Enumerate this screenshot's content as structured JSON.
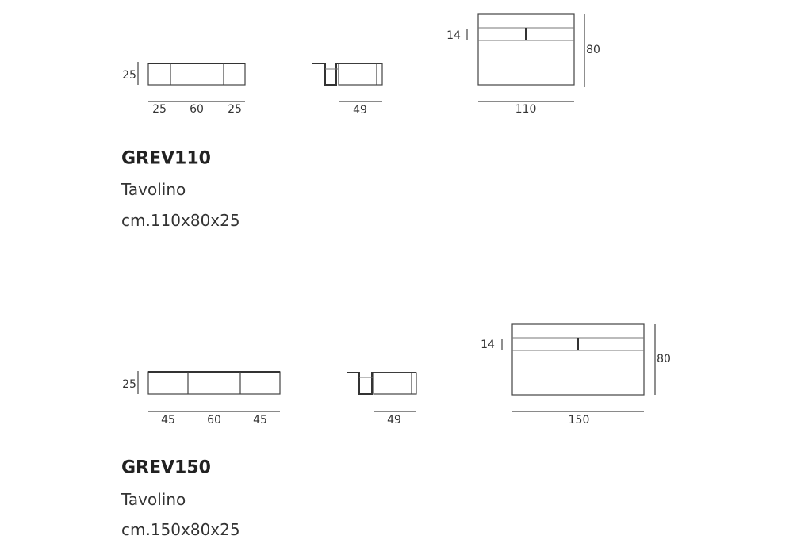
{
  "products": [
    {
      "code": "GREV110",
      "type": "Tavolino",
      "dimensions": "cm.110x80x25",
      "front_view": {
        "height": "25",
        "widths": [
          "25",
          "60",
          "25"
        ]
      },
      "side_view": {
        "depth": "49"
      },
      "top_view": {
        "strip": "14",
        "width": "110",
        "depth": "80"
      }
    },
    {
      "code": "GREV150",
      "type": "Tavolino",
      "dimensions": "cm.150x80x25",
      "front_view": {
        "height": "25",
        "widths": [
          "45",
          "60",
          "45"
        ]
      },
      "side_view": {
        "depth": "49"
      },
      "top_view": {
        "strip": "14",
        "width": "150",
        "depth": "80"
      }
    }
  ]
}
